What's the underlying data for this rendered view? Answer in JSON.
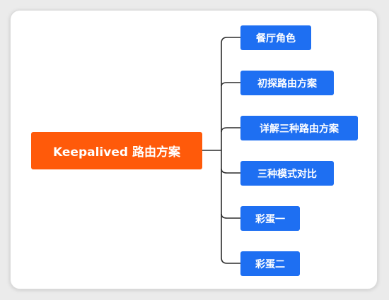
{
  "mindmap": {
    "root": {
      "label": "Keepalived 路由方案"
    },
    "children": [
      {
        "label": "餐厅角色"
      },
      {
        "label": "初探路由方案"
      },
      {
        "label": "详解三种路由方案"
      },
      {
        "label": "三种模式对比"
      },
      {
        "label": "彩蛋一"
      },
      {
        "label": "彩蛋二"
      }
    ],
    "colors": {
      "root_fill": "#ff5a0a",
      "child_fill": "#1e6ff2",
      "connector": "#2b2b2b"
    }
  }
}
